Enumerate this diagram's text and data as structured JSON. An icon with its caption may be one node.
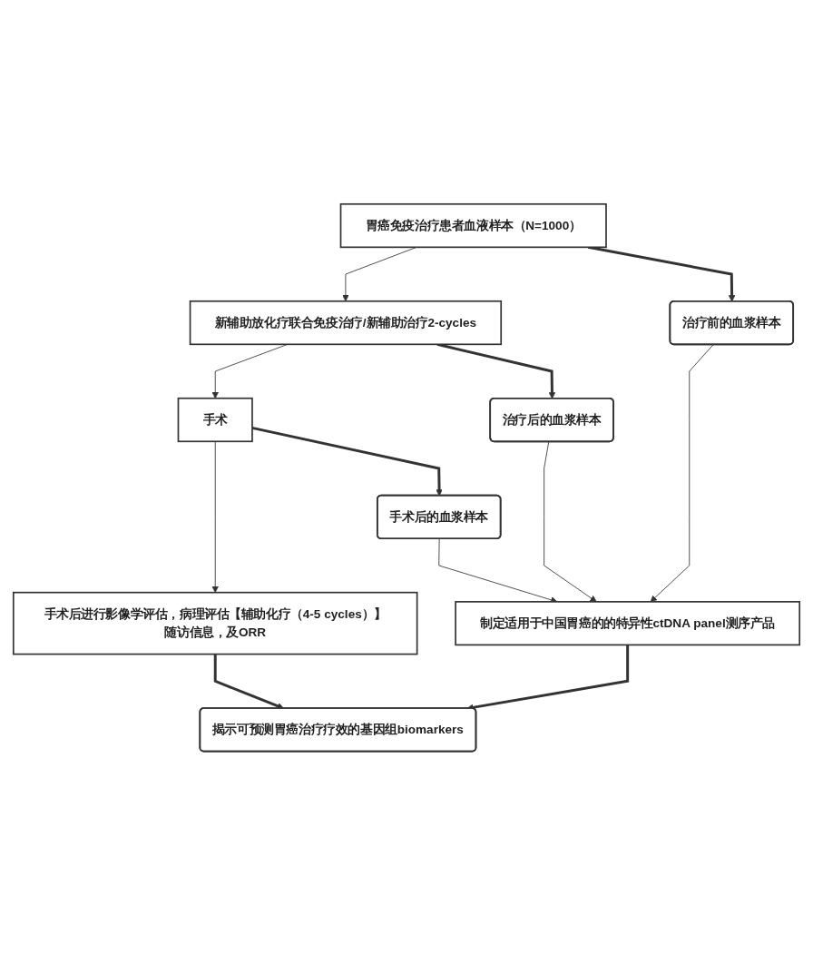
{
  "diagram": {
    "nodes": [
      {
        "text": [
          "胃癌免疫治疗患者血液样本（N=1000）"
        ]
      },
      {
        "text": [
          "治疗前的血浆样本"
        ]
      },
      {
        "text": [
          "新辅助放化疗联合免疫治疗/新辅助治疗2-cycles"
        ]
      },
      {
        "text": [
          "治疗后的血浆样本"
        ]
      },
      {
        "text": [
          "手术"
        ]
      },
      {
        "text": [
          "手术后的血浆样本"
        ]
      },
      {
        "text": [
          "手术后进行影像学评估，病理评估【辅助化疗（4-5 cycles）】随访信息，及ORR"
        ]
      },
      {
        "text": [
          "制定适用于中国胃癌的的特异性ctDNA panel测序产品"
        ]
      },
      {
        "text": [
          "揭示可预测胃癌治疗疗效的基因组biomarkers"
        ]
      }
    ],
    "edges": [
      {
        "from": 0,
        "to": 2,
        "arrow": "to"
      },
      {
        "from": 0,
        "to": 1,
        "arrow": "to",
        "style": "thick"
      },
      {
        "from": 2,
        "to": 4,
        "arrow": "to"
      },
      {
        "from": 2,
        "to": 3,
        "arrow": "to",
        "style": "thick"
      },
      {
        "from": 4,
        "to": 6,
        "arrow": "to"
      },
      {
        "from": 4,
        "to": 5,
        "arrow": "to",
        "style": "thick"
      },
      {
        "from": 1,
        "to": 7,
        "arrow": "to"
      },
      {
        "from": 3,
        "to": 7,
        "arrow": "to"
      },
      {
        "from": 5,
        "to": 7,
        "arrow": "to"
      },
      {
        "from": 6,
        "to": 8,
        "arrow": "to",
        "style": "thick"
      },
      {
        "from": 7,
        "to": 8,
        "arrow": "to",
        "style": "thick"
      }
    ]
  }
}
